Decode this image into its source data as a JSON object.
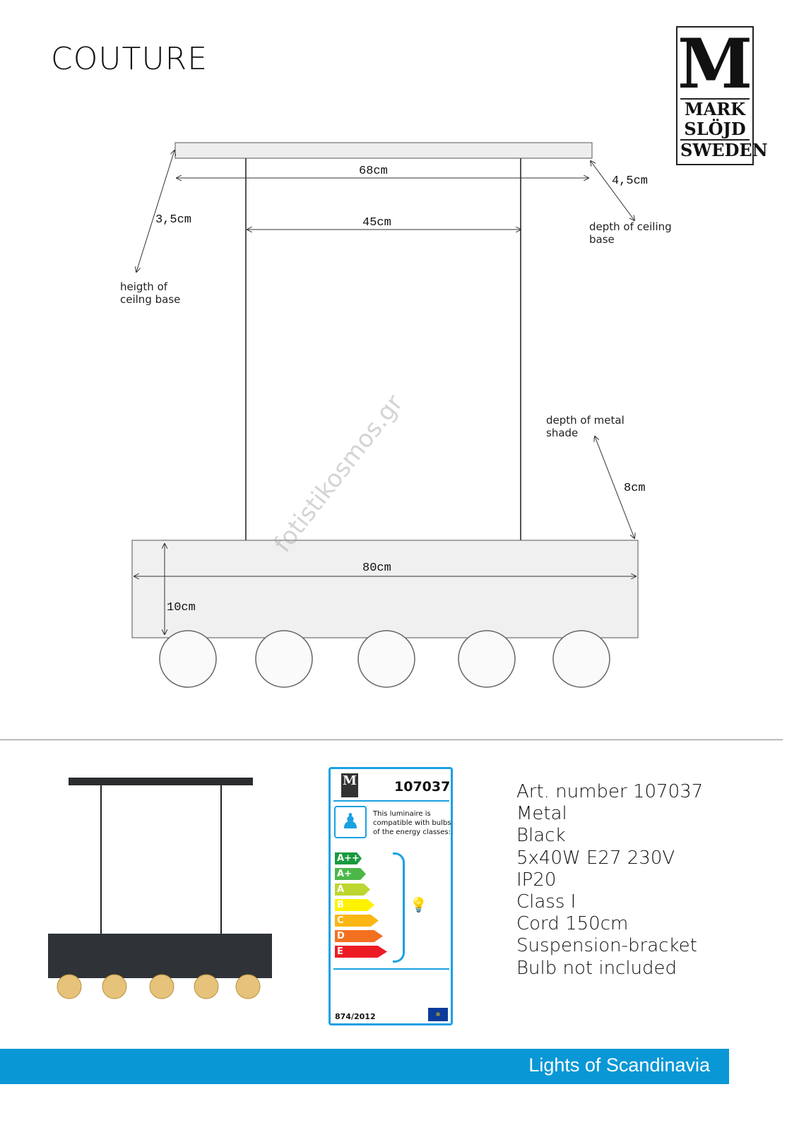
{
  "title": "COUTURE",
  "logo": {
    "m": "M",
    "line1": "MARK",
    "line2": "SLÖJD",
    "line3": "SWEDEN"
  },
  "dimensions": {
    "ceiling_width": "68cm",
    "wire_spacing": "45cm",
    "ceiling_height": "3,5cm",
    "ceiling_height_note": "heigth of\nceilng base",
    "ceiling_depth": "4,5cm",
    "ceiling_depth_note": "depth of ceiling\nbase",
    "shade_depth_note": "depth of metal\nshade",
    "shade_depth": "8cm",
    "shade_width": "80cm",
    "shade_height": "10cm"
  },
  "watermark": "fotistikosmos.gr",
  "energy_label": {
    "article": "107037",
    "text": "This luminaire is compatible with bulbs of the energy classes:",
    "classes": [
      {
        "label": "A++",
        "color": "#1a9a3f"
      },
      {
        "label": "A+",
        "color": "#4cb748"
      },
      {
        "label": "A",
        "color": "#bed630"
      },
      {
        "label": "B",
        "color": "#fff200"
      },
      {
        "label": "C",
        "color": "#fcb614"
      },
      {
        "label": "D",
        "color": "#f37021"
      },
      {
        "label": "E",
        "color": "#ed1c24"
      }
    ],
    "regulation": "874/2012"
  },
  "specs": [
    "Art. number 107037",
    "Metal",
    "Black",
    "5x40W E27 230V",
    "IP20",
    "Class I",
    "Cord 150cm",
    "Suspension-bracket",
    "Bulb not included"
  ],
  "footer": "Lights of Scandinavia",
  "colors": {
    "accent": "#0a97d6"
  }
}
